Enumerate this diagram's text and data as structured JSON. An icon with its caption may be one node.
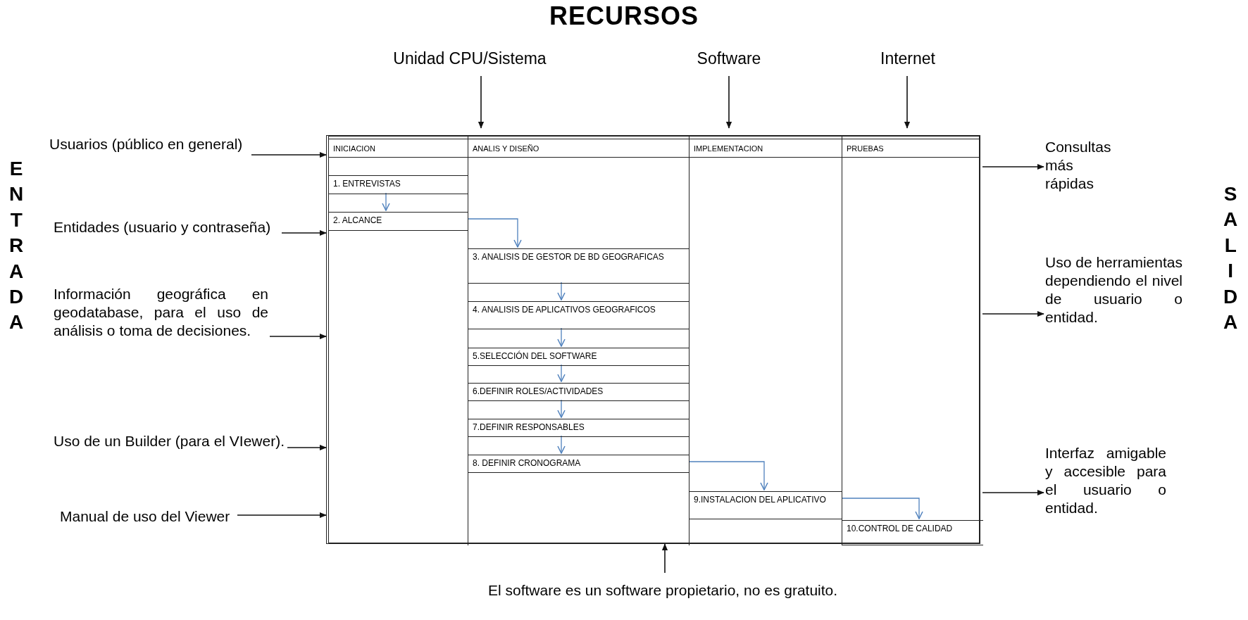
{
  "diagram": {
    "title": "RECURSOS",
    "nodes": [
      {
        "text": [],
        "shape": "box"
      },
      {
        "text": [
          "INICIACION"
        ],
        "in": 0
      },
      {
        "text": [
          "1. ENTREVISTAS"
        ],
        "in": 1
      },
      {
        "text": [
          "2. ALCANCE"
        ],
        "in": 1
      },
      {
        "text": [
          "ANALIS Y DISEÑO"
        ],
        "in": 0
      },
      {
        "text": [
          "3. ANALISIS DE GESTOR DE BD GEOGRAFICAS"
        ],
        "in": 4
      },
      {
        "text": [
          "4. ANALISIS DE APLICATIVOS GEOGRAFICOS"
        ],
        "in": 4
      },
      {
        "text": [
          "5.SELECCIÓN DEL SOFTWARE"
        ],
        "in": 4
      },
      {
        "text": [
          "6.DEFINIR ROLES/ACTIVIDADES"
        ],
        "in": 4
      },
      {
        "text": [
          "7.DEFINIR RESPONSABLES"
        ],
        "in": 4
      },
      {
        "text": [
          "8. DEFINIR CRONOGRAMA"
        ],
        "in": 4
      },
      {
        "text": [
          "IMPLEMENTACION"
        ],
        "in": 0
      },
      {
        "text": [
          "9.INSTALACION DEL APLICATIVO"
        ],
        "in": 11
      },
      {
        "text": [
          "PRUEBAS"
        ],
        "in": 0
      },
      {
        "text": [
          "10.CONTROL DE CALIDAD"
        ],
        "in": 13
      },
      {
        "text": [
          "Unidad CPU/Sistema"
        ]
      },
      {
        "text": [
          "Software"
        ]
      },
      {
        "text": [
          "Internet"
        ]
      },
      {
        "text": [
          "Usuarios (público en general)"
        ]
      },
      {
        "text": [
          "Entidades (usuario y contraseña)"
        ]
      },
      {
        "text": [
          "Información geográfica en geodatabase, para el uso de análisis o toma de decisiones."
        ]
      },
      {
        "text": [
          "Uso de un Builder (para el VIewer)."
        ]
      },
      {
        "text": [
          "Manual de uso del Viewer"
        ]
      },
      {
        "text": [
          "Consultas más rápidas"
        ]
      },
      {
        "text": [
          "Uso de herramientas dependiendo el nivel de usuario o entidad."
        ]
      },
      {
        "text": [
          "Interfaz amigable y accesible para el usuario o entidad."
        ]
      },
      {
        "text": [
          "El software es un software propietario, no es gratuito."
        ]
      }
    ],
    "edges": [
      {
        "from": 2,
        "to": 3,
        "arrow": "to",
        "color": "#4f81bd"
      },
      {
        "from": 3,
        "to": 5,
        "arrow": "to",
        "color": "#4f81bd"
      },
      {
        "from": 5,
        "to": 6,
        "arrow": "to",
        "color": "#4f81bd"
      },
      {
        "from": 6,
        "to": 7,
        "arrow": "to",
        "color": "#4f81bd"
      },
      {
        "from": 7,
        "to": 8,
        "arrow": "to",
        "color": "#4f81bd"
      },
      {
        "from": 8,
        "to": 9,
        "arrow": "to",
        "color": "#4f81bd"
      },
      {
        "from": 9,
        "to": 10,
        "arrow": "to",
        "color": "#4f81bd"
      },
      {
        "from": 10,
        "to": 12,
        "arrow": "to",
        "color": "#4f81bd"
      },
      {
        "from": 12,
        "to": 14,
        "arrow": "to",
        "color": "#4f81bd"
      },
      {
        "from": 15,
        "to": 4,
        "arrow": "to"
      },
      {
        "from": 16,
        "to": 11,
        "arrow": "to"
      },
      {
        "from": 17,
        "to": 13,
        "arrow": "to"
      },
      {
        "from": 18,
        "to": 1,
        "arrow": "to"
      },
      {
        "from": 19,
        "to": 1,
        "arrow": "to"
      },
      {
        "from": 20,
        "to": 1,
        "arrow": "to"
      },
      {
        "from": 21,
        "to": 1,
        "arrow": "to"
      },
      {
        "from": 22,
        "to": 1,
        "arrow": "to"
      },
      {
        "from": 13,
        "to": 23,
        "arrow": "to"
      },
      {
        "from": 13,
        "to": 24,
        "arrow": "to"
      },
      {
        "from": 13,
        "to": 25,
        "arrow": "to"
      },
      {
        "from": 26,
        "to": 4,
        "arrow": "to"
      }
    ],
    "labels": [
      "ENTRADA",
      "SALIDA"
    ]
  }
}
